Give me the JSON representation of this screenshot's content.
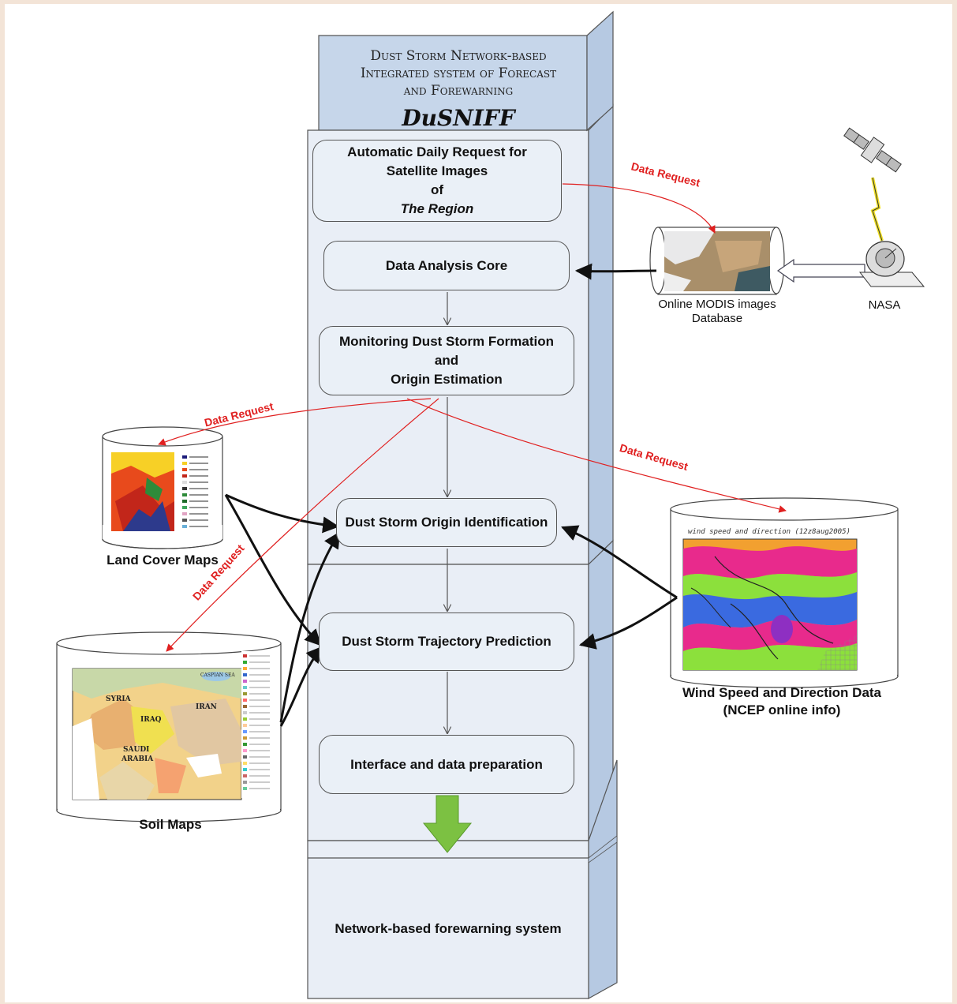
{
  "title": {
    "lines": [
      "Dust Storm Network-based",
      "Integrated system of Forecast",
      "and Forewarning"
    ],
    "acronym": "DuSNIFF"
  },
  "boxes": {
    "auto_request": [
      "Automatic Daily Request for",
      "Satellite Images",
      "of",
      "The Region"
    ],
    "analysis_core": "Data Analysis Core",
    "monitoring": [
      "Monitoring Dust Storm Formation",
      "and",
      "Origin Estimation"
    ],
    "origin_id": "Dust Storm Origin Identification",
    "trajectory": "Dust Storm Trajectory Prediction",
    "interface": "Interface and data preparation",
    "forewarning": "Network-based forewarning system"
  },
  "sources": {
    "modis": [
      "Online MODIS images",
      "Database"
    ],
    "nasa": "NASA",
    "land_cover": "Land Cover Maps",
    "soil": "Soil Maps",
    "wind": [
      "Wind Speed and Direction Data",
      "(NCEP online info)"
    ]
  },
  "data_request_label": "Data Request",
  "wind_map_title": "wind speed and direction (12z8aug2005)",
  "soil_map_labels": [
    "SYRIA",
    "IRAQ",
    "IRAN",
    "SAUDI",
    "ARABIA",
    "CASPIAN SEA"
  ],
  "colors": {
    "column_front": "#e9eef6",
    "column_side": "#b6c9e2",
    "column_top": "#c6d6ea",
    "request_arrow": "#e02020",
    "output_arrow": "#7cc142"
  }
}
